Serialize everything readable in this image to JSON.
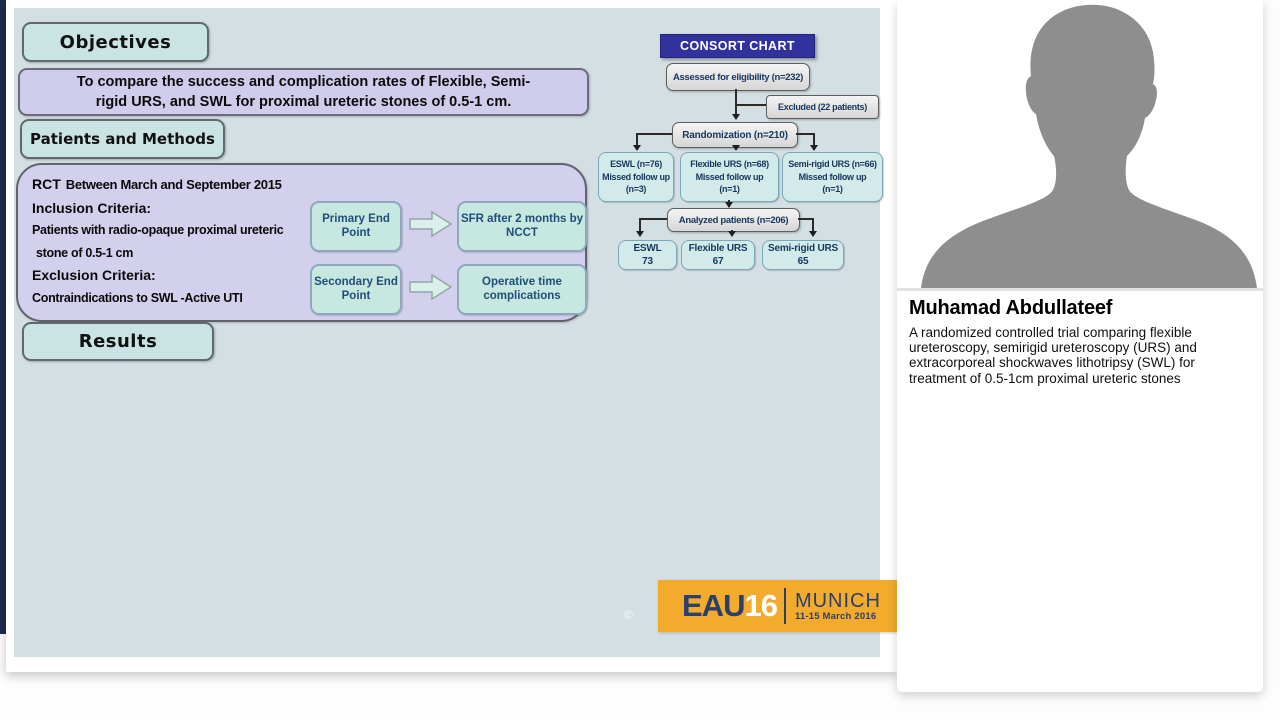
{
  "colors": {
    "slide_background": "#d3dfe3",
    "teal_box": "#c9e4e2",
    "lavender_box": "#d2d0ed",
    "consort_header_navy": "#32329e",
    "chart_teal_box": "#d2eaea",
    "chart_gray_box": "#d6d6d6",
    "chart_text_navy": "#17365d",
    "endpoint_text_navy": "#1f4e79",
    "eau_orange": "#f2ab2d",
    "eau_navy": "#2b3f6d",
    "left_strip_navy": "#1e2b4e",
    "avatar_gray": "#8e8e8e"
  },
  "slide": {
    "objectives_label": "Objectives",
    "objective_line1": "To compare the success and complication rates of Flexible, Semi-",
    "objective_line2": "rigid URS, and SWL for proximal ureteric stones of 0.5-1 cm.",
    "patients_methods_label": "Patients and Methods",
    "methods": {
      "rct_label": "RCT",
      "rct_text": "Between March and September 2015",
      "inclusion_label": "Inclusion Criteria:",
      "inclusion_line1": "Patients with radio-opaque proximal ureteric",
      "inclusion_line2": "stone of 0.5-1 cm",
      "exclusion_label": "Exclusion Criteria:",
      "exclusion_text": "Contraindications to SWL -Active UTI",
      "primary_label": "Primary End Point",
      "primary_result": "SFR after 2 months by NCCT",
      "secondary_label": "Secondary End Point",
      "secondary_result": "Operative time complications"
    },
    "results_label": "Results",
    "consort": {
      "title": "CONSORT CHART",
      "assessed": "Assessed for eligibility (n=232)",
      "excluded": "Excluded (22 patients)",
      "randomization": "Randomization (n=210)",
      "arms": [
        {
          "line1": "ESWL (n=76)",
          "line2": "Missed follow up",
          "line3": "(n=3)"
        },
        {
          "line1": "Flexible URS (n=68)",
          "line2": "Missed follow up",
          "line3": "(n=1)"
        },
        {
          "line1": "Semi-rigid URS (n=66)",
          "line2": "Missed follow up",
          "line3": "(n=1)"
        }
      ],
      "analyzed": "Analyzed patients (n=206)",
      "final": [
        {
          "name": "ESWL",
          "count": "73"
        },
        {
          "name": "Flexible URS",
          "count": "67"
        },
        {
          "name": "Semi-rigid URS",
          "count": "65"
        }
      ]
    },
    "logo": {
      "brand": "EAU",
      "year": "16",
      "city": "MUNICH",
      "dates": "11-15 March 2016"
    },
    "copyright_mark": "©"
  },
  "speaker": {
    "name": "Muhamad Abdullateef",
    "description": "A randomized controlled trial comparing flexible ureteroscopy, semirigid ureteroscopy (URS) and extracorporeal shockwaves lithotripsy (SWL) for treatment of 0.5-1cm proximal ureteric stones"
  }
}
